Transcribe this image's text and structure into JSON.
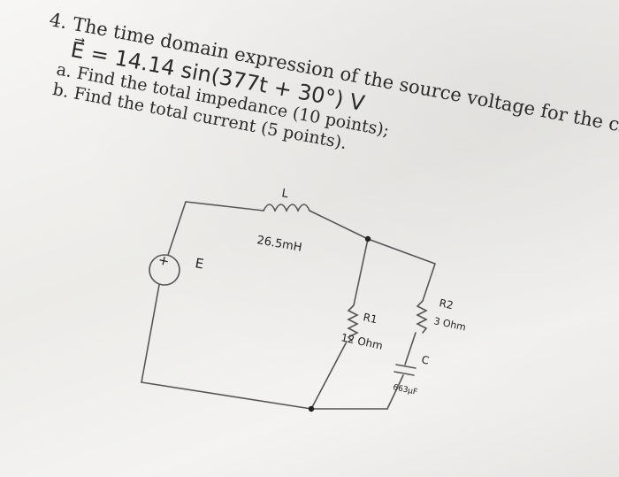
{
  "problem": {
    "number": "4.",
    "statement": "The time domain expression of the source voltage for the circuit below is given:",
    "equation": "E⃗ = 14.14 sin(377t + 30°) V",
    "part_a": "a.  Find the total impedance (10 points);",
    "part_b": "b.  Find the total current (5 points)."
  },
  "circuit": {
    "source_label": "E",
    "source_polarity": "+",
    "inductor_label": "L",
    "inductor_value": "26.5mH",
    "r1_label": "R1",
    "r1_value": "12 Ohm",
    "r2_label": "R2",
    "r2_value": "3 Ohm",
    "cap_label": "C",
    "cap_value": "663μF"
  }
}
